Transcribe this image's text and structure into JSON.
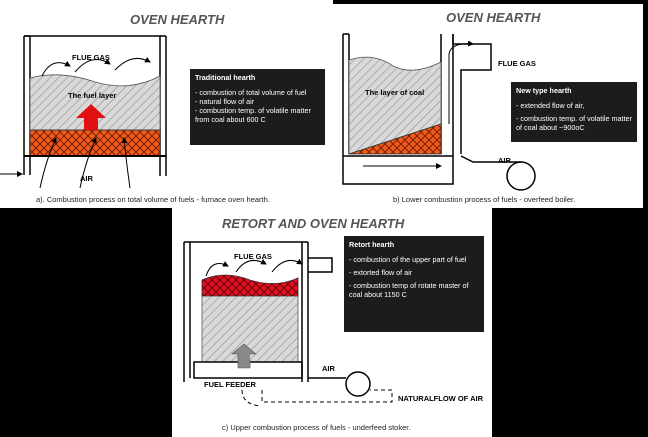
{
  "panel_a": {
    "title": "OVEN HEARTH",
    "flue_gas": "FLUE GAS",
    "fuel_layer": "The fuel layer",
    "air": "AIR",
    "box_title": "Traditional hearth",
    "box_items": [
      "- combustion of total volume of fuel",
      "- natural flow of air",
      "- combustion temp. of volatile matter from coal about 600 C"
    ],
    "caption": "a). Combustion process on total volume of fuels - furnace oven hearth."
  },
  "panel_b": {
    "title": "OVEN HEARTH",
    "flue_gas": "FLUE GAS",
    "coal_layer": "The layer of coal",
    "air": "AIR",
    "box_title": "New type hearth",
    "box_items": [
      "- extended flow of air,",
      "- combustion temp. of volatile matter of coal about ~900oC"
    ],
    "caption": "b)  Lower combustion process of fuels - overfeed boiler."
  },
  "panel_c": {
    "title": "RETORT AND OVEN HEARTH",
    "flue_gas": "FLUE GAS",
    "air": "AIR",
    "fuel_feeder": "FUEL FEEDER",
    "natural_flow": "NATURALFLOW OF AIR",
    "box_title": "Retort hearth",
    "box_items": [
      "- combustion of the upper part of fuel",
      "- extorted flow of air",
      "- combustion temp of rotate master of coal about 1150 C"
    ],
    "caption": "c) Upper combustion process of fuels - underfeed stoker."
  }
}
